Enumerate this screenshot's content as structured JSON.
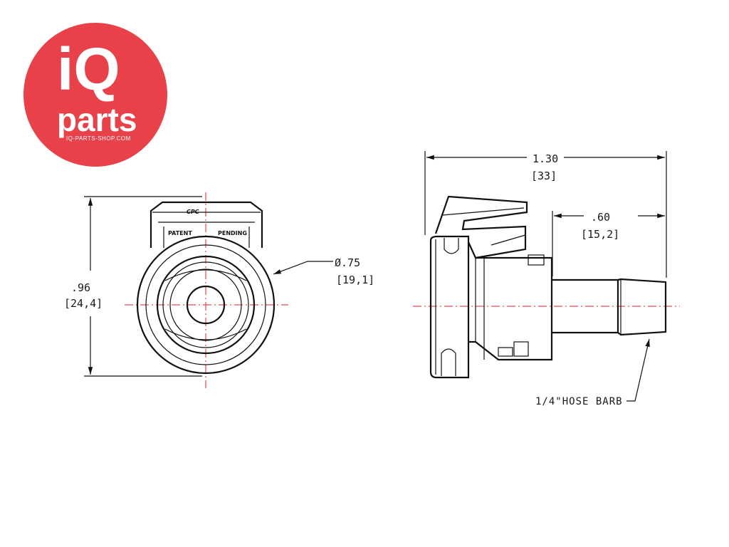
{
  "logo": {
    "brand_top": "iQ",
    "brand_bottom": "parts",
    "url": "IQ-PARTS-SHOP.COM",
    "color": "#e8414a"
  },
  "front_view": {
    "height_in": ".96",
    "height_mm": "[24,4]",
    "diameter_in": "Ø.75",
    "diameter_mm": "[19,1]",
    "stamp_left": "PATENT",
    "stamp_right": "PENDING",
    "emboss": "CPC"
  },
  "side_view": {
    "length_in": "1.30",
    "length_mm": "[33]",
    "barb_len_in": ".60",
    "barb_len_mm": "[15,2]",
    "barb_label": "1/4\"HOSE BARB"
  },
  "colors": {
    "centerline": "#e0242b",
    "outline": "#111111"
  }
}
